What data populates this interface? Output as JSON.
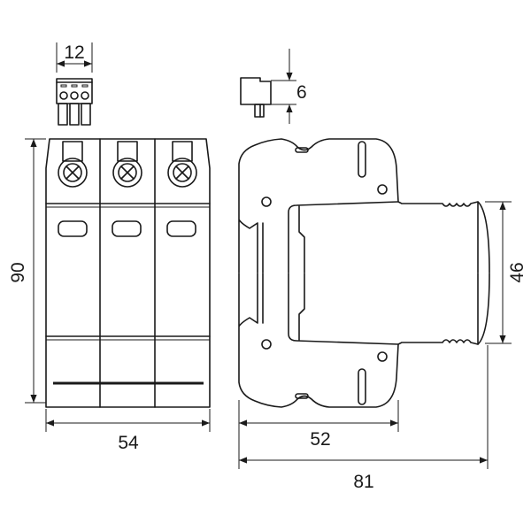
{
  "drawing": {
    "dimensions": {
      "connector_width": "12",
      "connector_height": "6",
      "height": "90",
      "width_front": "54",
      "depth_rail": "52",
      "depth_total": "81",
      "cartridge_height": "46"
    },
    "line_color": "#1a1a1a",
    "background": "#ffffff"
  }
}
